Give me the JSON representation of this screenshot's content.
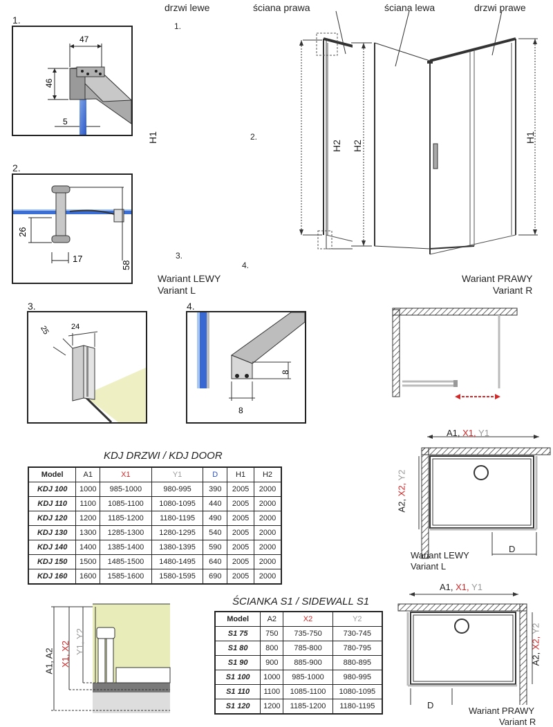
{
  "labels": {
    "drzwi_lewe": "drzwi lewe",
    "sciana_prawa": "ściana prawa",
    "sciana_lewa": "ściana lewa",
    "drzwi_prawe": "drzwi prawe",
    "h1": "H1",
    "h2": "H2",
    "callout_1": "1.",
    "callout_2": "2.",
    "callout_3": "3.",
    "callout_4": "4.",
    "wariant_lewy": "Wariant LEWY",
    "variant_l": "Variant L",
    "wariant_prawy": "Wariant PRAWY",
    "variant_r": "Variant R",
    "wariant_lewy_2": "Wariant LEWY",
    "variant_l_2": "Variant L",
    "wariant_prawy_2": "Wariant PRAWY",
    "variant_r_2": "Variant R",
    "d": "D"
  },
  "details": {
    "d1": {
      "num": "1.",
      "w": "47",
      "h": "46",
      "t": "5"
    },
    "d2": {
      "num": "2.",
      "a": "26",
      "b": "17",
      "c": "58"
    },
    "d3": {
      "num": "3.",
      "a": "25",
      "b": "24"
    },
    "d4": {
      "num": "4.",
      "a": "8",
      "b": "8"
    }
  },
  "plan": {
    "top_a1": "A1,",
    "top_x1": " X1,",
    "top_y1": " Y1",
    "side_a2": "A2,",
    "side_x2": " X2,",
    "side_y2": " Y2",
    "profile_a1a2": "A1, A2",
    "profile_x1x2": "X1, X2",
    "profile_y1y2": "Y1, Y2"
  },
  "colors": {
    "red": "#d02828",
    "gray": "#9a9a9a",
    "blue": "#2c4fbf",
    "olive": "#e8ecb8"
  },
  "door_table": {
    "title": "KDJ DRZWI / KDJ DOOR",
    "headers": [
      "Model",
      "A1",
      "X1",
      "Y1",
      "D",
      "H1",
      "H2"
    ],
    "rows": [
      [
        "KDJ 100",
        "1000",
        "985-1000",
        "980-995",
        "390",
        "2005",
        "2000"
      ],
      [
        "KDJ 110",
        "1100",
        "1085-1100",
        "1080-1095",
        "440",
        "2005",
        "2000"
      ],
      [
        "KDJ 120",
        "1200",
        "1185-1200",
        "1180-1195",
        "490",
        "2005",
        "2000"
      ],
      [
        "KDJ 130",
        "1300",
        "1285-1300",
        "1280-1295",
        "540",
        "2005",
        "2000"
      ],
      [
        "KDJ 140",
        "1400",
        "1385-1400",
        "1380-1395",
        "590",
        "2005",
        "2000"
      ],
      [
        "KDJ 150",
        "1500",
        "1485-1500",
        "1480-1495",
        "640",
        "2005",
        "2000"
      ],
      [
        "KDJ 160",
        "1600",
        "1585-1600",
        "1580-1595",
        "690",
        "2005",
        "2000"
      ]
    ]
  },
  "wall_table": {
    "title": "ŚCIANKA S1 / SIDEWALL S1",
    "headers": [
      "Model",
      "A2",
      "X2",
      "Y2"
    ],
    "rows": [
      [
        "S1 75",
        "750",
        "735-750",
        "730-745"
      ],
      [
        "S1 80",
        "800",
        "785-800",
        "780-795"
      ],
      [
        "S1 90",
        "900",
        "885-900",
        "880-895"
      ],
      [
        "S1 100",
        "1000",
        "985-1000",
        "980-995"
      ],
      [
        "S1 110",
        "1100",
        "1085-1100",
        "1080-1095"
      ],
      [
        "S1 120",
        "1200",
        "1185-1200",
        "1180-1195"
      ]
    ]
  }
}
